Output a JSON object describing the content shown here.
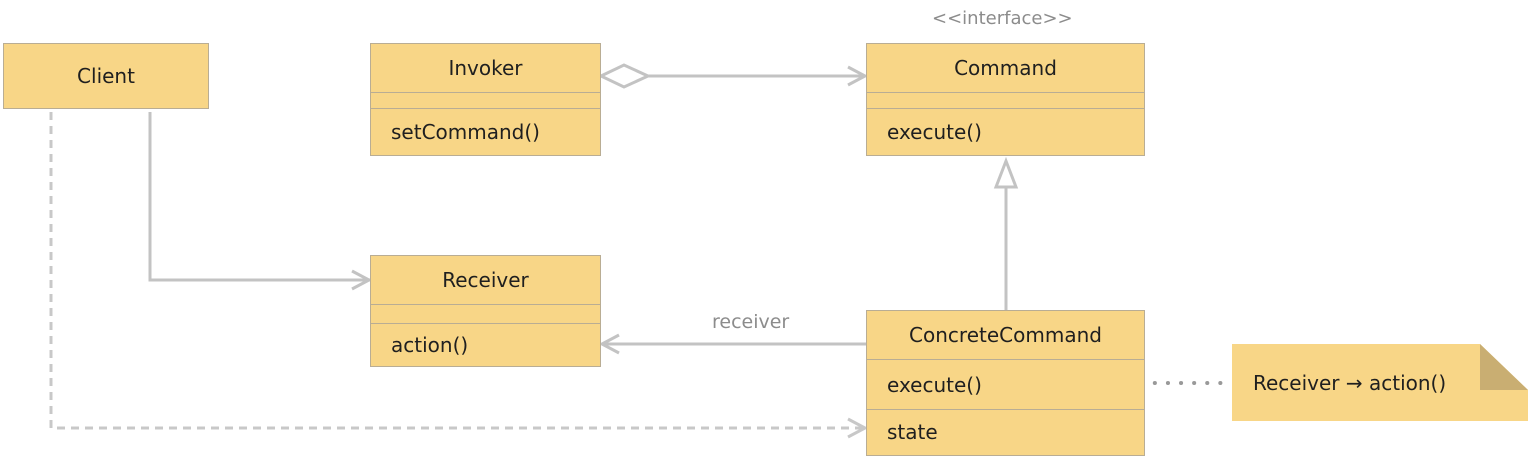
{
  "classes": {
    "client": {
      "name": "Client"
    },
    "invoker": {
      "name": "Invoker",
      "methods": [
        "setCommand()"
      ]
    },
    "command": {
      "stereotype": "<<interface>>",
      "name": "Command",
      "methods": [
        "execute()"
      ]
    },
    "receiver": {
      "name": "Receiver",
      "methods": [
        "action()"
      ]
    },
    "concrete_command": {
      "name": "ConcreteCommand",
      "methods": [
        "execute()"
      ],
      "attributes": [
        "state"
      ]
    }
  },
  "relations": {
    "receiver_label": "receiver"
  },
  "note": {
    "text": "Receiver → action()"
  },
  "colors": {
    "box_fill": "#f8d687",
    "box_border": "#b9ad94",
    "line": "#c3c3c3",
    "note_fill": "#f8d687",
    "note_fold": "#c9ae72",
    "dotted": "#999999"
  }
}
